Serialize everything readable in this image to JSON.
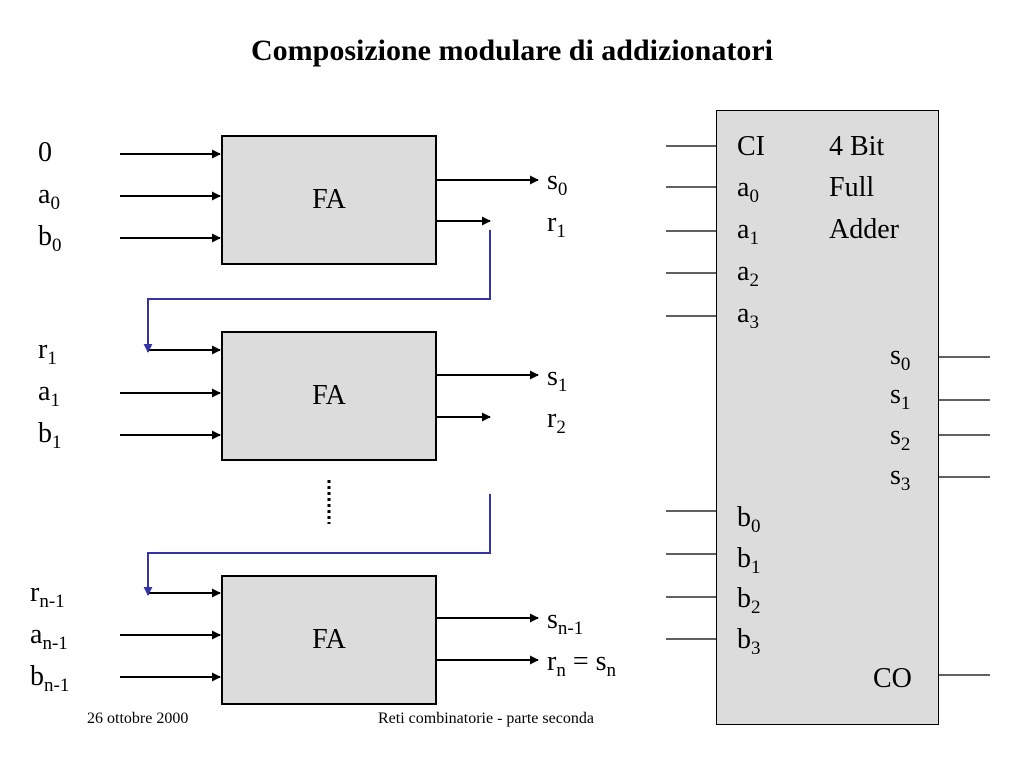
{
  "title": "Composizione modulare di addizionatori",
  "fa_label": "FA",
  "stages": [
    {
      "in_r": "0",
      "in_a": "a",
      "in_a_sub": "0",
      "in_b": "b",
      "in_b_sub": "0",
      "out_s": "s",
      "out_s_sub": "0",
      "out_r": "r",
      "out_r_sub": "1"
    },
    {
      "in_r": "r",
      "in_r_sub": "1",
      "in_a": "a",
      "in_a_sub": "1",
      "in_b": "b",
      "in_b_sub": "1",
      "out_s": "s",
      "out_s_sub": "1",
      "out_r": "r",
      "out_r_sub": "2"
    },
    {
      "in_r": "r",
      "in_r_sub": "n-1",
      "in_a": "a",
      "in_a_sub": "n-1",
      "in_b": "b",
      "in_b_sub": "n-1",
      "out_s": "s",
      "out_s_sub": "n-1",
      "out_r": "r",
      "out_r_sub": "n",
      "out_eq": " = s",
      "out_eq_sub": "n"
    }
  ],
  "chip": {
    "ci": "CI",
    "title_lines": [
      "4 Bit",
      "Full",
      "Adder"
    ],
    "a_inputs": [
      {
        "base": "a",
        "sub": "0"
      },
      {
        "base": "a",
        "sub": "1"
      },
      {
        "base": "a",
        "sub": "2"
      },
      {
        "base": "a",
        "sub": "3"
      }
    ],
    "s_outputs": [
      {
        "base": "s",
        "sub": "0"
      },
      {
        "base": "s",
        "sub": "1"
      },
      {
        "base": "s",
        "sub": "2"
      },
      {
        "base": "s",
        "sub": "3"
      }
    ],
    "b_inputs": [
      {
        "base": "b",
        "sub": "0"
      },
      {
        "base": "b",
        "sub": "1"
      },
      {
        "base": "b",
        "sub": "2"
      },
      {
        "base": "b",
        "sub": "3"
      }
    ],
    "co": "CO"
  },
  "footer": {
    "date": "26 ottobre 2000",
    "course": "Reti combinatorie - parte seconda"
  },
  "colors": {
    "carry_wire": "#3333aa",
    "block_fill": "#dcdcdc"
  }
}
